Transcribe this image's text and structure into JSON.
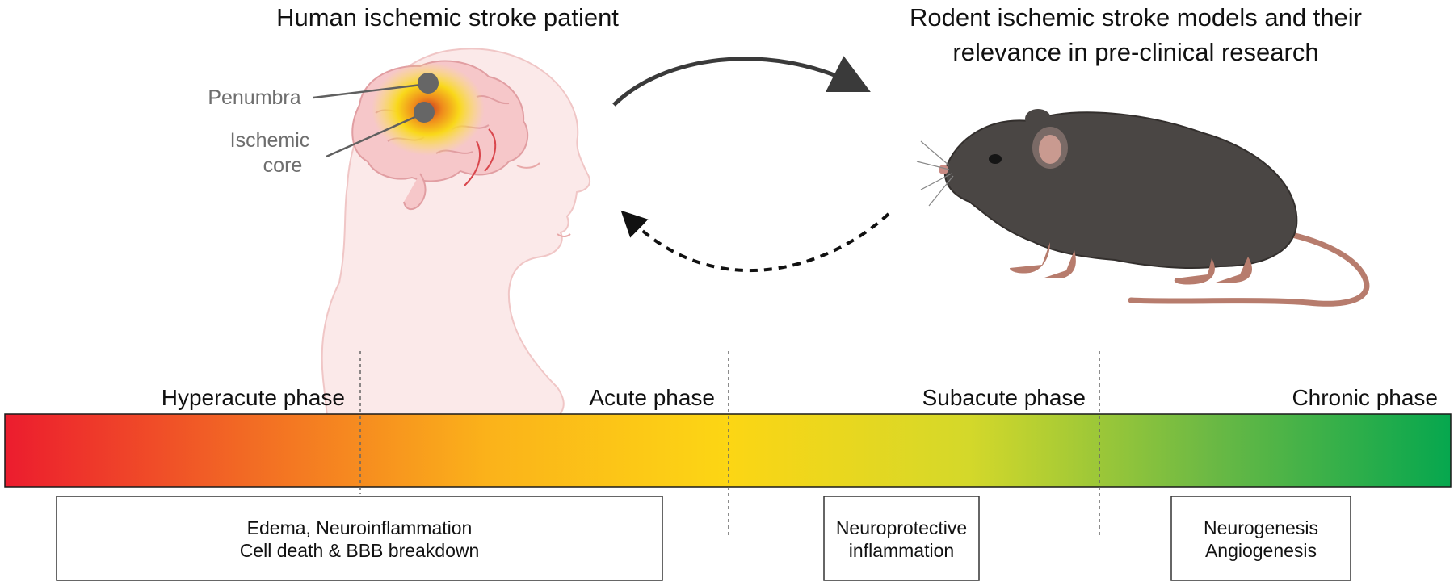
{
  "titles": {
    "human": "Human ischemic stroke patient",
    "rodent_line1": "Rodent ischemic stroke models and their",
    "rodent_line2": "relevance in pre-clinical research"
  },
  "brain_labels": {
    "penumbra": "Penumbra",
    "core_line1": "Ischemic",
    "core_line2": "core"
  },
  "phases": [
    "Hyperacute phase",
    "Acute phase",
    "Subacute phase",
    "Chronic phase"
  ],
  "gradient_colors": [
    "#ec1c2e",
    "#f26a24",
    "#fbb21a",
    "#fcd614",
    "#d4d82a",
    "#6cb944",
    "#06a74e"
  ],
  "boxes": [
    {
      "line1": "Edema, Neuroinflammation",
      "line2": "Cell death & BBB breakdown"
    },
    {
      "line1": "Neuroprotective",
      "line2": "inflammation"
    },
    {
      "line1": "Neurogenesis",
      "line2": "Angiogenesis"
    }
  ],
  "icons": {
    "head": "human-head-illustration",
    "brain": "brain-illustration",
    "mouse": "mouse-illustration",
    "forward_arrow": "solid-curved-arrow",
    "back_arrow": "dashed-curved-arrow"
  }
}
